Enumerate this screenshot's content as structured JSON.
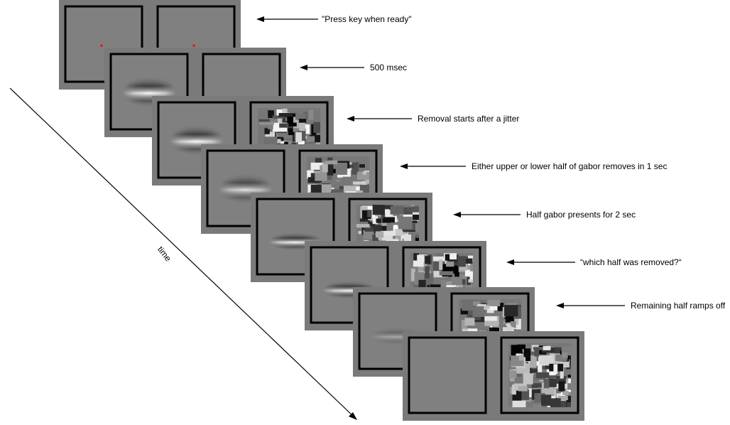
{
  "axis": {
    "time_label": "time"
  },
  "steps": [
    {
      "label": "\"Press key when ready\"",
      "left": "fixation",
      "right": "fixation"
    },
    {
      "label": "500 msec",
      "left": "gabor-full",
      "right": "blank"
    },
    {
      "label": "Removal starts after a jitter",
      "left": "gabor-full",
      "right": "mask"
    },
    {
      "label": "Either upper or lower half of gabor removes in 1 sec",
      "left": "gabor-partial",
      "right": "mask"
    },
    {
      "label": "Half gabor presents for 2 sec",
      "left": "gabor-half",
      "right": "mask"
    },
    {
      "label": "“which half was removed?“",
      "left": "gabor-half",
      "right": "mask"
    },
    {
      "label": "Remaining half ramps off",
      "left": "gabor-faint",
      "right": "mask"
    },
    {
      "label": "",
      "left": "blank",
      "right": "mask"
    }
  ],
  "colors": {
    "frame_outer": "#7a7a7a",
    "panel_fill": "#808080",
    "panel_border": "#000000",
    "fixation_dot": "#ff0000"
  }
}
